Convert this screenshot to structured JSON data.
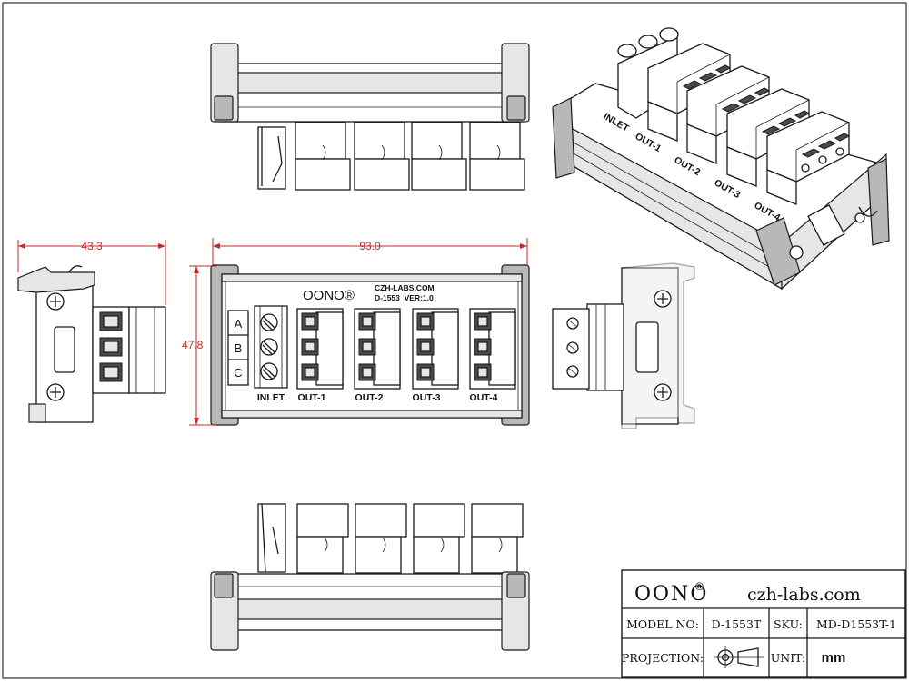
{
  "brand": {
    "logo": "OONO®",
    "board_url": "CZH-LABS.COM",
    "board_version": "D-1553  VER:1.0"
  },
  "front_view": {
    "rows": [
      "A",
      "B",
      "C"
    ],
    "terminals": [
      "INLET",
      "OUT-1",
      "OUT-2",
      "OUT-3",
      "OUT-4"
    ]
  },
  "dimensions": {
    "width": "93.0",
    "height": "47.8",
    "depth": "43.3"
  },
  "iso_view": {
    "labels": [
      "INLET",
      "OUT-1",
      "OUT-2",
      "OUT-3",
      "OUT-4"
    ]
  },
  "title_block": {
    "brand": "OONO",
    "brand_mark": "®",
    "website": "czh-labs.com",
    "model_label": "MODEL NO:",
    "model_value": "D-1553T",
    "sku_label": "SKU:",
    "sku_value": "MD-D1553T-1",
    "projection_label": "PROJECTION:",
    "unit_label": "UNIT:",
    "unit_value": "mm"
  }
}
